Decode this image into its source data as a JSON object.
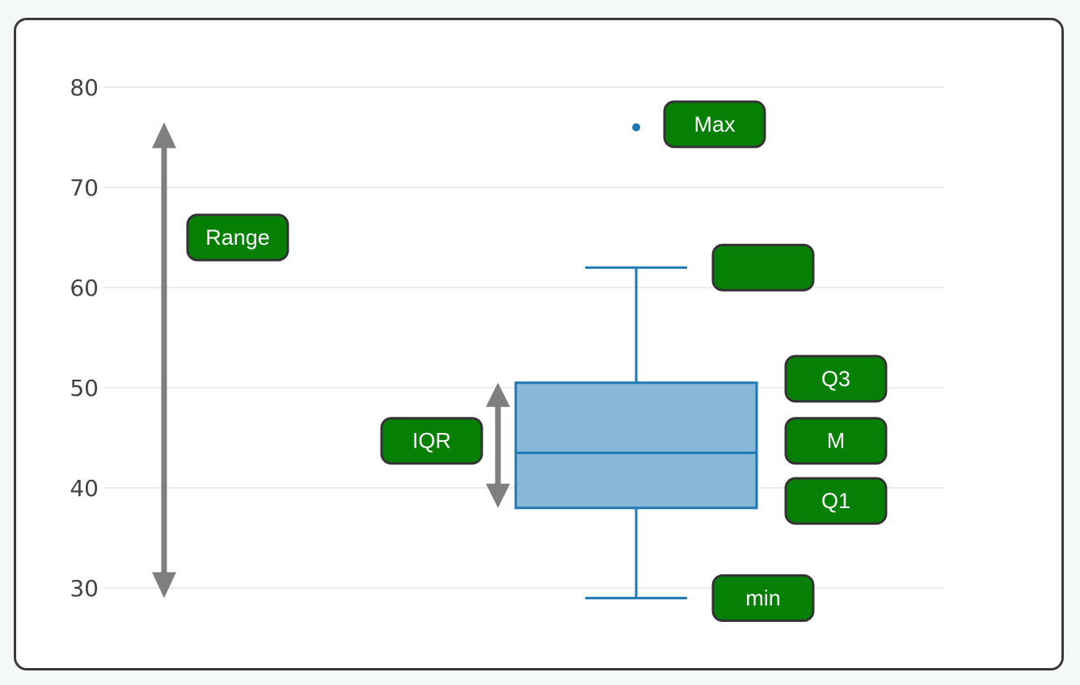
{
  "chart_data": {
    "type": "box",
    "ylim": [
      25,
      85
    ],
    "y_ticks": [
      "30",
      "40",
      "50",
      "60",
      "70",
      "80"
    ],
    "y_tick_values": [
      30,
      40,
      50,
      60,
      70,
      80
    ],
    "grid": true,
    "box": {
      "whisker_low": 29,
      "q1": 38,
      "median": 43.5,
      "q3": 50.5,
      "whisker_high": 62,
      "outliers": [
        76
      ]
    },
    "range_arrow": {
      "from": 29,
      "to": 76.5
    },
    "iqr_arrow": {
      "from": 38,
      "to": 50.5
    },
    "annotations": [
      {
        "id": "max",
        "label": "Max",
        "y": 76.3
      },
      {
        "id": "upper-whisker",
        "label": "",
        "y": 62
      },
      {
        "id": "q3",
        "label": "Q3",
        "y": 50.9
      },
      {
        "id": "median",
        "label": "M",
        "y": 44.7
      },
      {
        "id": "q1",
        "label": "Q1",
        "y": 38.7
      },
      {
        "id": "min",
        "label": "min",
        "y": 29
      },
      {
        "id": "range",
        "label": "Range",
        "y": 65
      },
      {
        "id": "iqr",
        "label": "IQR",
        "y": 44.7
      }
    ],
    "colors": {
      "box_fill": "#89b9d8",
      "box_stroke": "#1f77b4",
      "grid": "#ebebeb",
      "arrow": "#7f7f7f",
      "label_fill": "#058005",
      "label_border": "#333333"
    }
  }
}
